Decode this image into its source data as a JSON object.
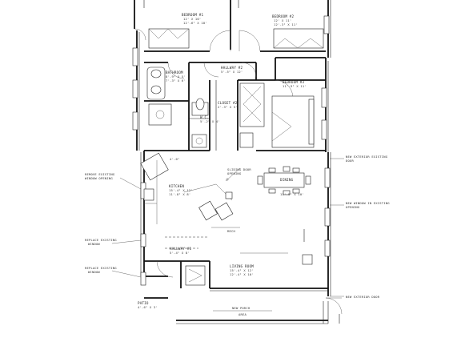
{
  "rooms": {
    "bedroom1": {
      "name": "BEDROOM #1",
      "area": "12' X 10'",
      "dims": "12'-6\" X 10'"
    },
    "bedroom2": {
      "name": "BEDROOM #2",
      "area": "12' X 11'",
      "dims": "12'-3\" X 11'"
    },
    "hallway2": {
      "name": "HALLWAY #2",
      "dims": "5'-5\" X 12'"
    },
    "bathroom": {
      "name": "BATHROOM",
      "dims": "8'-9\" X 5'",
      "dims2": "7'-3\" X 6'"
    },
    "bedroom3": {
      "name": "BEDROOM #3",
      "dims": "11'-9\" X 11'"
    },
    "closet2": {
      "name": "CLOSET #2",
      "dims": "2'-3\" X 5'"
    },
    "wc": {
      "name": "W.C.",
      "dims": "5'-2\" X 4'"
    },
    "kitchen": {
      "name": "KITCHEN",
      "dims": "15'-4\" X 12'",
      "dims2": "11'-8\" X 8'"
    },
    "dining": {
      "name": "DINING",
      "dims": "11'-9\" X 10'"
    },
    "hallway1": {
      "name": "HALLWAY #1",
      "dims": "5'-4\" X 8'"
    },
    "living": {
      "name": "LIVING ROOM",
      "dims": "15'-4\" X 12'",
      "dims2": "12'-4\" X 10'"
    },
    "patio": {
      "name": "PATIO",
      "dims": "4'-6\" X 3'"
    }
  },
  "notes": {
    "replace_window_1": [
      "REMOVE EXISTING",
      "WINDOW OPENING"
    ],
    "replace_window_2": [
      "REPLACE EXISTING",
      "WINDOW"
    ],
    "replace_window_3": [
      "REPLACE EXISTING",
      "WINDOW"
    ],
    "new_exterior_door": [
      "NEW EXTERIOR EXISTING",
      "DOOR"
    ],
    "new_window": [
      "NEW WINDOW IN EXISTING",
      "OPENING"
    ],
    "new_exterior_door_2": "NEW EXTERIOR DOOR",
    "sliding_door": [
      "SLIDING DOOR",
      "OPENING"
    ],
    "mech": "MECH",
    "kitchen_window": "4'-0\"",
    "porch": [
      "NEW PORCH",
      "AREA"
    ]
  },
  "icons": [
    "door-swing-icon",
    "bed-icon",
    "toilet-icon",
    "sink-icon",
    "dining-table-icon",
    "stove-icon"
  ]
}
